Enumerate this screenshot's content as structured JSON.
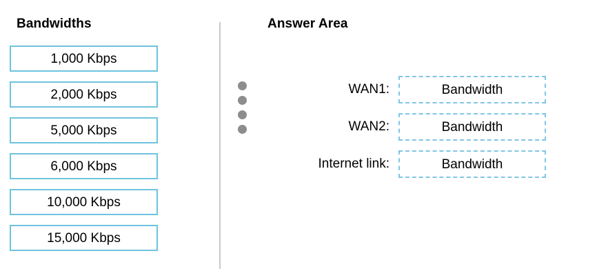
{
  "colors": {
    "source_box_border": "#6EC3DE",
    "target_box_border": "#7FC5E5",
    "divider": "#c9c9c9",
    "dot": "#8d8d8d",
    "text": "#000000",
    "background": "#ffffff"
  },
  "left_panel": {
    "title": "Bandwidths",
    "items": [
      {
        "label": "1,000 Kbps"
      },
      {
        "label": "2,000 Kbps"
      },
      {
        "label": "5,000 Kbps"
      },
      {
        "label": "6,000 Kbps"
      },
      {
        "label": "10,000 Kbps"
      },
      {
        "label": "15,000 Kbps"
      }
    ]
  },
  "right_panel": {
    "title": "Answer Area",
    "handle_dots": 4,
    "rows": [
      {
        "label": "WAN1:",
        "placeholder": "Bandwidth"
      },
      {
        "label": "WAN2:",
        "placeholder": "Bandwidth"
      },
      {
        "label": "Internet link:",
        "placeholder": "Bandwidth"
      }
    ]
  }
}
